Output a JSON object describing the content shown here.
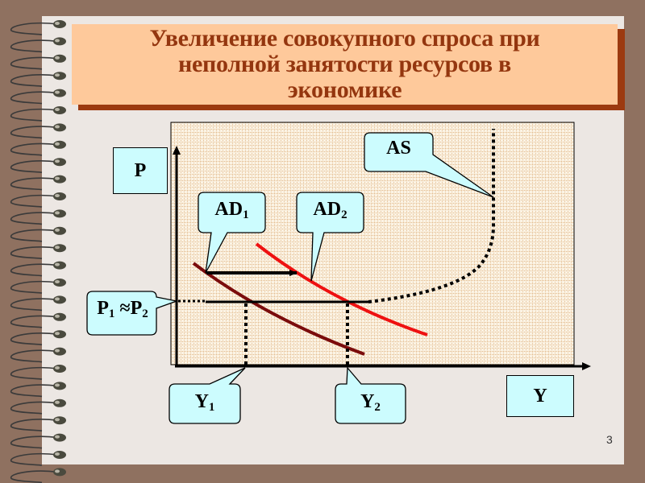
{
  "slide": {
    "title_lines": [
      "Увеличение совокупного спроса при",
      "неполной занятости ресурсов в",
      "экономике"
    ],
    "page_number": "3"
  },
  "colors": {
    "background": "#8f7160",
    "page": "#ece7e3",
    "title_fill": "#fec99b",
    "title_text": "#94360f",
    "title_shadow": "#9c3a10",
    "label_fill": "#ccfcfe",
    "ad1_curve": "#7b0c0c",
    "ad2_curve": "#ee1111",
    "grid_line": "#d9a46a",
    "grid_bg": "#fbf3e4"
  },
  "axes": {
    "y_label": "P",
    "x_label": "Y"
  },
  "callouts": {
    "as": {
      "base": "AS",
      "sub": ""
    },
    "ad1": {
      "base": "AD",
      "sub": "1"
    },
    "ad2": {
      "base": "AD",
      "sub": "2"
    },
    "price": {
      "p1": "P",
      "p1_sub": "1",
      "approx": " ≈",
      "p2": "P",
      "p2_sub": "2"
    },
    "y1": {
      "base": "Y",
      "sub": "1"
    },
    "y2": {
      "base": "Y",
      "sub": "2"
    }
  },
  "chart_data": {
    "type": "line",
    "title": "Увеличение совокупного спроса при неполной занятости ресурсов в экономике",
    "xlabel": "Y",
    "ylabel": "P",
    "grid": true,
    "series": [
      {
        "name": "AD1",
        "description": "initial aggregate demand, downward sloping",
        "points": [
          [
            240,
            327
          ],
          [
            305,
            375
          ],
          [
            360,
            405
          ],
          [
            452,
            440
          ]
        ]
      },
      {
        "name": "AD2",
        "description": "increased aggregate demand, shifted right",
        "points": [
          [
            318,
            303
          ],
          [
            370,
            340
          ],
          [
            430,
            375
          ],
          [
            530,
            416
          ]
        ]
      },
      {
        "name": "AS",
        "description": "aggregate supply: horizontal (Keynesian) segment, then upward, then vertical at full employment",
        "points": [
          [
            255,
            375
          ],
          [
            457,
            375
          ],
          [
            560,
            360
          ],
          [
            605,
            320
          ],
          [
            610,
            160
          ]
        ]
      }
    ],
    "annotations": [
      "Horizontal arrow AD1 → AD2 showing demand increase",
      "P1 ≈ P2 — price level unchanged",
      "Output increases from Y1 to Y2"
    ],
    "equilibria": [
      {
        "label": "Y1",
        "x": 305,
        "price": "P1"
      },
      {
        "label": "Y2",
        "x": 431,
        "price": "P2"
      }
    ]
  }
}
